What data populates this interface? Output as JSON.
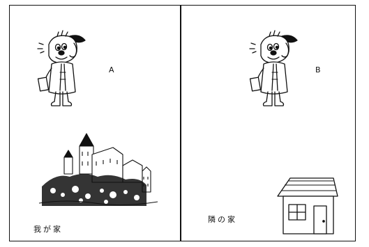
{
  "panels": [
    {
      "character_label": "A",
      "house_label": "我が家",
      "house_kind": "castle-illustration"
    },
    {
      "character_label": "B",
      "house_label": "隣の家",
      "house_kind": "small-house-illustration"
    }
  ],
  "colors": {
    "ink": "#111111",
    "paper": "#ffffff"
  },
  "icons": {
    "character": "worried-dog-character-icon"
  }
}
